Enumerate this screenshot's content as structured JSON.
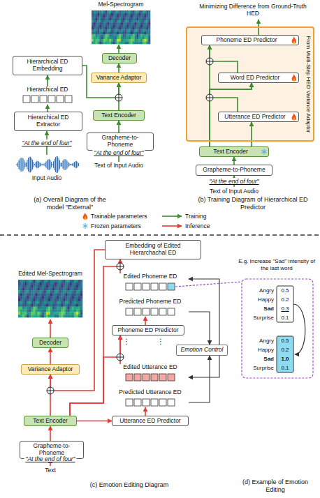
{
  "diagram": {
    "nodes": [
      {
        "text": [
          "Mel-Spectrogram"
        ]
      },
      {
        "text": [
          "Hierarchical ED Embedding"
        ]
      },
      {
        "text": [
          "Decoder"
        ]
      },
      {
        "text": [
          "Variance Adaptor"
        ]
      },
      {
        "text": [
          "Hierarchical ED"
        ]
      },
      {
        "text": [
          "Text Encoder"
        ]
      },
      {
        "text": [
          "Hierarchical ED Extractor"
        ]
      },
      {
        "text": [
          "Grapheme-to-Phoneme"
        ]
      },
      {
        "text": [
          "Input Audio"
        ]
      },
      {
        "text": [
          "Text of Input Audio"
        ]
      },
      {
        "text": [
          "Minimizing Difference from Ground-Truth HED"
        ]
      },
      {
        "text": [
          "From Multi-Step HED Variance Adaptor"
        ]
      },
      {
        "text": [
          "Phoneme ED Predictor"
        ],
        "in": 11
      },
      {
        "text": [
          "Word ED Predictor"
        ],
        "in": 11
      },
      {
        "text": [
          "Utterance ED Predictor"
        ],
        "in": 11
      },
      {
        "text": [
          "Text Encoder"
        ]
      },
      {
        "text": [
          "Grapheme-to-Phoneme"
        ]
      },
      {
        "text": [
          "Text of Input Audio"
        ]
      },
      {
        "text": [
          "Embedding of Edited Hierarchachal ED"
        ]
      },
      {
        "text": [
          "Edited Mel-Spectrogram"
        ]
      },
      {
        "text": [
          "Edited Phoneme ED"
        ]
      },
      {
        "text": [
          "Predicted Phoneme ED"
        ]
      },
      {
        "text": [
          "Phoneme ED Predictor"
        ]
      },
      {
        "text": [
          "Decoder"
        ]
      },
      {
        "text": [
          "Emotion Control"
        ]
      },
      {
        "text": [
          "Variance Adaptor"
        ]
      },
      {
        "text": [
          "Edited Utterance ED"
        ]
      },
      {
        "text": [
          "Predicted Utterance ED"
        ]
      },
      {
        "text": [
          "Text Encoder"
        ]
      },
      {
        "text": [
          "Utterance ED Predictor"
        ]
      },
      {
        "text": [
          "Grapheme-to-Phoneme"
        ]
      },
      {
        "text": [
          "Text"
        ]
      }
    ],
    "edges": [
      {
        "from": 8,
        "to": 6,
        "arrow": "to",
        "label": "\"At the end of four\""
      },
      {
        "from": 6,
        "to": 4,
        "arrow": "to"
      },
      {
        "from": 4,
        "to": 1,
        "arrow": "to"
      },
      {
        "from": 1,
        "to": 3,
        "arrow": "to"
      },
      {
        "from": 5,
        "to": 3,
        "arrow": "to"
      },
      {
        "from": 3,
        "to": 2,
        "arrow": "to"
      },
      {
        "from": 2,
        "to": 0,
        "arrow": "to"
      },
      {
        "from": 7,
        "to": 5,
        "arrow": "to"
      },
      {
        "from": 9,
        "to": 7,
        "arrow": "to",
        "label": "\"At the end of four\""
      },
      {
        "from": 17,
        "to": 16,
        "arrow": "to",
        "label": "\"At the end of four\""
      },
      {
        "from": 16,
        "to": 15,
        "arrow": "to"
      },
      {
        "from": 15,
        "to": 14,
        "arrow": "to"
      },
      {
        "from": 15,
        "to": 13,
        "arrow": "to"
      },
      {
        "from": 15,
        "to": 12,
        "arrow": "to"
      },
      {
        "from": 14,
        "to": 13,
        "arrow": "to"
      },
      {
        "from": 13,
        "to": 12,
        "arrow": "to"
      },
      {
        "from": 12,
        "to": 10,
        "arrow": "to"
      },
      {
        "from": 31,
        "to": 30,
        "arrow": "to",
        "label": "\"At the end of four\""
      },
      {
        "from": 30,
        "to": 28,
        "arrow": "to"
      },
      {
        "from": 28,
        "to": 25,
        "arrow": "to"
      },
      {
        "from": 25,
        "to": 23,
        "arrow": "to"
      },
      {
        "from": 23,
        "to": 19,
        "arrow": "to"
      },
      {
        "from": 18,
        "to": 25,
        "arrow": "to"
      },
      {
        "from": 28,
        "to": 29,
        "arrow": "to"
      },
      {
        "from": 29,
        "to": 27,
        "arrow": "to"
      },
      {
        "from": 27,
        "to": 24,
        "arrow": "to"
      },
      {
        "from": 24,
        "to": 26,
        "arrow": "to"
      },
      {
        "from": 26,
        "to": 22,
        "arrow": "to"
      },
      {
        "from": 28,
        "to": 22,
        "arrow": "to"
      },
      {
        "from": 22,
        "to": 21,
        "arrow": "to"
      },
      {
        "from": 21,
        "to": 24,
        "arrow": "to"
      },
      {
        "from": 24,
        "to": 20,
        "arrow": "to"
      },
      {
        "from": 20,
        "to": 18,
        "arrow": "to"
      },
      {
        "from": 28,
        "to": 18,
        "arrow": "to"
      }
    ],
    "labels": [
      "(a) Overall Diagram of the model \"External\"",
      "(b) Training Diagram of Hierarchical ED Predictor",
      "⋮",
      "⋮",
      "E.g. Increase \"Sad\" intensity of the last word",
      "Angry",
      "0.5",
      "Happy",
      "0.2",
      "Sad",
      "0.3",
      "Surprise",
      "0.1",
      "Angry",
      "0.5",
      "Happy",
      "0.2",
      "Sad",
      "1.0",
      "Surprise",
      "0.1",
      "(c) Emotion Editing Diagram",
      "(d) Example of Emotion Editing"
    ],
    "legend": [
      {
        "text": "Trainable parameters"
      },
      {
        "text": "Training"
      },
      {
        "text": "Frozen parameters"
      },
      {
        "text": "Inference"
      }
    ]
  }
}
